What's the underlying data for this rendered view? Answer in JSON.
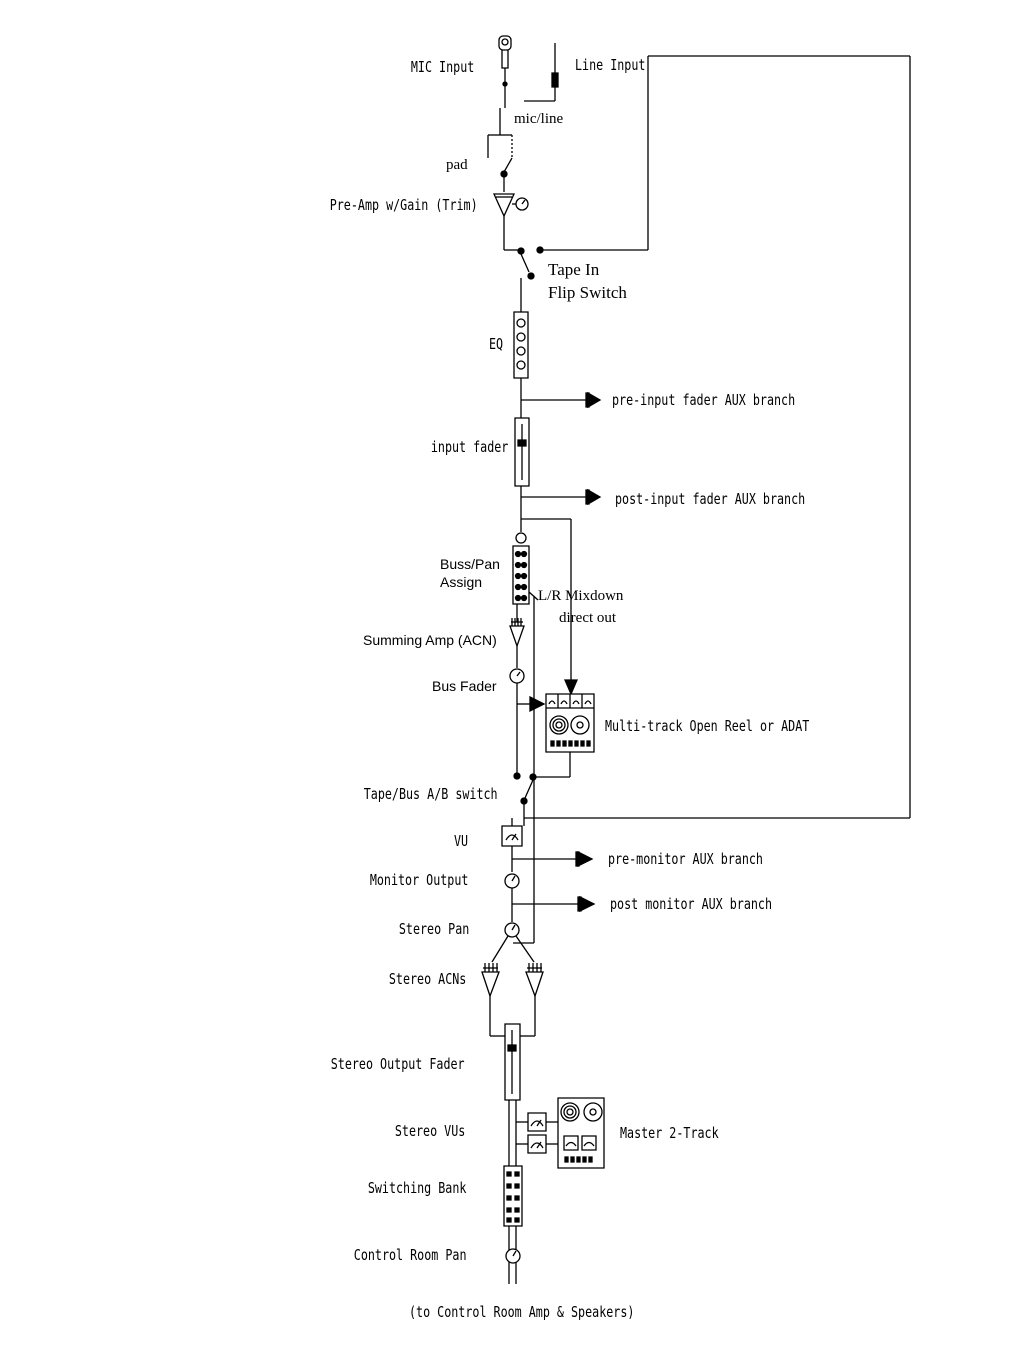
{
  "labels": {
    "mic_input": "MIC Input",
    "line_input": "Line Input",
    "mic_line": "mic/line",
    "pad": "pad",
    "preamp": "Pre-Amp w/Gain (Trim)",
    "tape_in_1": "Tape In",
    "tape_in_2": "Flip Switch",
    "eq": "EQ",
    "pre_input_aux": "pre-input fader AUX branch",
    "input_fader": "input fader",
    "post_input_aux": "post-input fader AUX branch",
    "buss_pan_1": "Buss/Pan",
    "buss_pan_2": "Assign",
    "lr_mixdown": "L/R Mixdown",
    "direct_out": "direct out",
    "summing_amp": "Summing Amp (ACN)",
    "bus_fader": "Bus Fader",
    "multitrack": "Multi-track Open Reel or ADAT",
    "tape_bus_switch": "Tape/Bus A/B switch",
    "vu": "VU",
    "pre_monitor_aux": "pre-monitor AUX branch",
    "monitor_output": "Monitor Output",
    "post_monitor_aux": "post monitor AUX branch",
    "stereo_pan": "Stereo Pan",
    "stereo_acns": "Stereo ACNs",
    "stereo_output_fader": "Stereo Output Fader",
    "stereo_vus": "Stereo VUs",
    "master_2track": "Master 2-Track",
    "switching_bank": "Switching Bank",
    "control_room_pan": "Control Room Pan",
    "to_control_room": "(to Control Room Amp & Speakers)"
  }
}
